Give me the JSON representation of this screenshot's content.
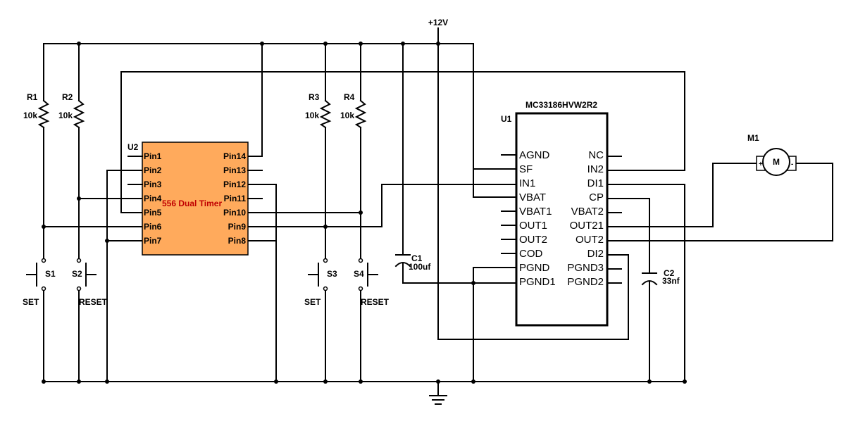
{
  "power": {
    "vcc": "+12V"
  },
  "u2": {
    "ref": "U2",
    "title": "556 Dual Timer",
    "fill_color": "#FFAA5C",
    "left_pins": [
      "Pin1",
      "Pin2",
      "Pin3",
      "Pin4",
      "Pin5",
      "Pin6",
      "Pin7"
    ],
    "right_pins": [
      "Pin14",
      "Pin13",
      "Pin12",
      "Pin11",
      "Pin10",
      "Pin9",
      "Pin8"
    ]
  },
  "u1": {
    "ref": "U1",
    "part": "MC33186HVW2R2",
    "left_pins": [
      "AGND",
      "SF",
      "IN1",
      "VBAT",
      "VBAT1",
      "OUT1",
      "OUT2",
      "COD",
      "PGND",
      "PGND1"
    ],
    "right_pins": [
      "NC",
      "IN2",
      "DI1",
      "CP",
      "VBAT2",
      "OUT21",
      "OUT2",
      "DI2",
      "PGND3",
      "PGND2"
    ]
  },
  "resistors": [
    {
      "ref": "R1",
      "value": "10k"
    },
    {
      "ref": "R2",
      "value": "10k"
    },
    {
      "ref": "R3",
      "value": "10k"
    },
    {
      "ref": "R4",
      "value": "10k"
    }
  ],
  "switches": [
    {
      "ref": "S1",
      "label": "SET"
    },
    {
      "ref": "S2",
      "label": "RESET"
    },
    {
      "ref": "S3",
      "label": "SET"
    },
    {
      "ref": "S4",
      "label": "RESET"
    }
  ],
  "capacitors": [
    {
      "ref": "C1",
      "value": "100uf"
    },
    {
      "ref": "C2",
      "value": "33nf"
    }
  ],
  "motor": {
    "ref": "M1",
    "symbol": "M",
    "plus": "+",
    "minus": "-"
  }
}
